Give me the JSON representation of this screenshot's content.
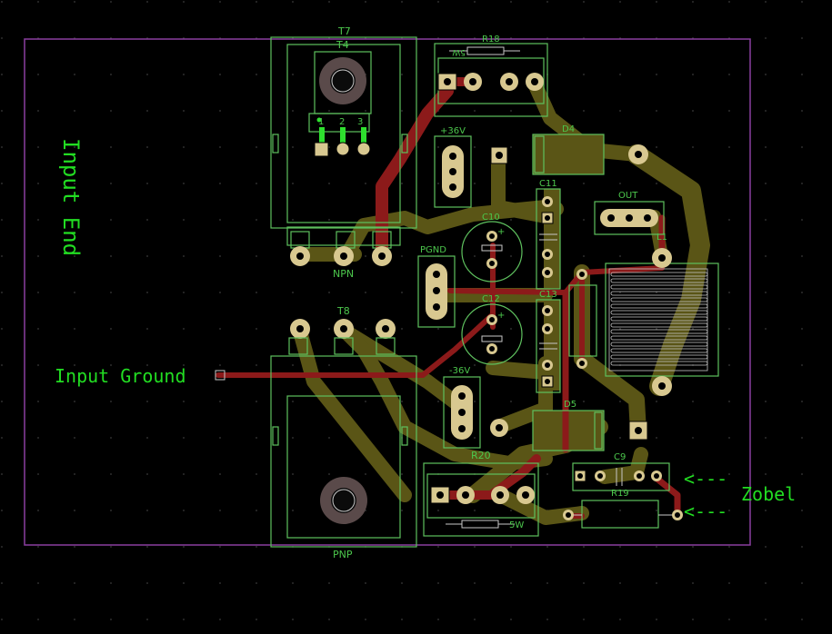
{
  "labels": {
    "input_end": "Input End",
    "input_ground": "Input Ground",
    "zobel": "Zobel",
    "zobel_arrow_top": "<---",
    "zobel_arrow_bottom": "<---"
  },
  "components": {
    "t7": "T7",
    "t4": "T4",
    "t8": "T8",
    "r18": "R18",
    "r18_value": "5W",
    "r20": "R20",
    "r20_value": "5W",
    "r19": "R19",
    "d4": "D4",
    "d5": "D5",
    "c9": "C9",
    "c10": "C10",
    "c11": "C11",
    "c12": "C12",
    "c13": "C13",
    "l1": "L1",
    "npn": "NPN",
    "pnp": "PNP",
    "out": "OUT",
    "pgnd": "PGND",
    "plus36": "+36V",
    "minus36": "-36V",
    "pin1": "1",
    "pin2": "2",
    "pin3": "3",
    "c10_plus": "+",
    "c12_plus": "+"
  },
  "colors": {
    "background": "#000000",
    "board_outline": "#8a3fa0",
    "top_copper": "#8c1a1a",
    "bottom_copper": "#5a5516",
    "silkscreen": "#5ec05e",
    "pad": "#d8c890",
    "label_text": "#22dd22"
  }
}
